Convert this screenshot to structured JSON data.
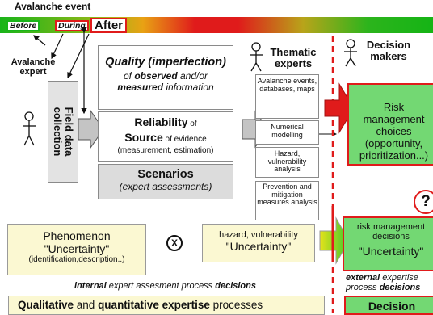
{
  "timeline": {
    "title": "Avalanche event",
    "before": "Before",
    "during": "During",
    "after": "After"
  },
  "actors": {
    "avalanche_expert": "Avalanche expert",
    "thematic_experts": "Thematic experts",
    "decision_makers": "Decision makers"
  },
  "field_data": "Field data collection",
  "quality": {
    "title": "Quality (imperfection)",
    "line2_pre": "of ",
    "line2_bold": "observed",
    "line2_post": " and/or",
    "line3_bold": "measured",
    "line3_post": " information"
  },
  "reliability": {
    "title": "Reliability",
    "title_post": " of",
    "line2_bold": "Source",
    "line2_post": " of evidence",
    "line3": "(measurement, estimation)"
  },
  "scenarios": {
    "title": "Scenarios",
    "sub": "(expert assessments)"
  },
  "thematic_list": [
    "Avalanche events, databases, maps",
    "Numerical modelling",
    "Hazard, vulnerability analysis",
    "Prevention and mitigation measures analysis"
  ],
  "risk_choices": "Risk management choices (opportunity, prioritization...)",
  "question_mark": "?",
  "risk_decisions": {
    "line1": "risk management decisions",
    "line2": "\"Uncertainty\""
  },
  "phenomenon": {
    "line1": "Phenomenon",
    "line2": "\"Uncertainty\"",
    "line3": "(identification,description..)"
  },
  "times_symbol": "X",
  "hazard": {
    "line1": "hazard, vulnerability",
    "line2": "\"Uncertainty\""
  },
  "internal_process": {
    "pre": "internal",
    "mid": " expert assesment process ",
    "post": "decisions"
  },
  "external_process": {
    "line1_bold": "external",
    "line1_post": " expertise",
    "line2_pre": "process ",
    "line2_bold": "decisions"
  },
  "bottom_bar": {
    "b1": "Qualitative",
    "t1": " and ",
    "b2": "quantitative",
    "t2": " ",
    "b3": "expertise",
    "t3": " processes"
  },
  "bottom_decision": "Decision",
  "colors": {
    "green": "#19b419",
    "red": "#e01b1b",
    "yellow_box": "#fbf8d2",
    "green_box": "#73d873",
    "gray_box": "#dcdcdc",
    "gray_arrow": "#c4c4c4"
  }
}
